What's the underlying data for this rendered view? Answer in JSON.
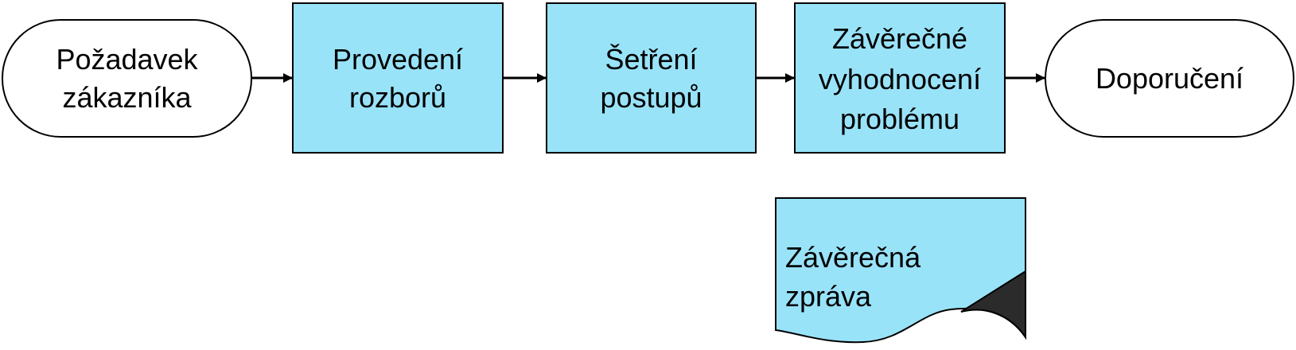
{
  "colors": {
    "process_fill": "#99e3f9",
    "terminal_fill": "#ffffff",
    "stroke": "#000000",
    "fold": "#2b2b2b"
  },
  "nodes": [
    {
      "id": "pozadavek",
      "shape": "terminal",
      "lines": [
        "Požadavek",
        "zákazníka"
      ]
    },
    {
      "id": "rozbory",
      "shape": "process",
      "lines": [
        "Provedení",
        "rozborů"
      ]
    },
    {
      "id": "setreni",
      "shape": "process",
      "lines": [
        "Šetření",
        "postupů"
      ]
    },
    {
      "id": "vyhodnoceni",
      "shape": "process",
      "lines": [
        "Závěrečné",
        "vyhodnocení",
        "problému"
      ]
    },
    {
      "id": "doporuceni",
      "shape": "terminal",
      "lines": [
        "Doporučení"
      ]
    },
    {
      "id": "zprava",
      "shape": "document",
      "lines": [
        "Závěrečná",
        "zpráva"
      ]
    }
  ],
  "edges": [
    {
      "from": "pozadavek",
      "to": "rozbory"
    },
    {
      "from": "rozbory",
      "to": "setreni"
    },
    {
      "from": "setreni",
      "to": "vyhodnoceni"
    },
    {
      "from": "vyhodnoceni",
      "to": "doporuceni"
    }
  ]
}
